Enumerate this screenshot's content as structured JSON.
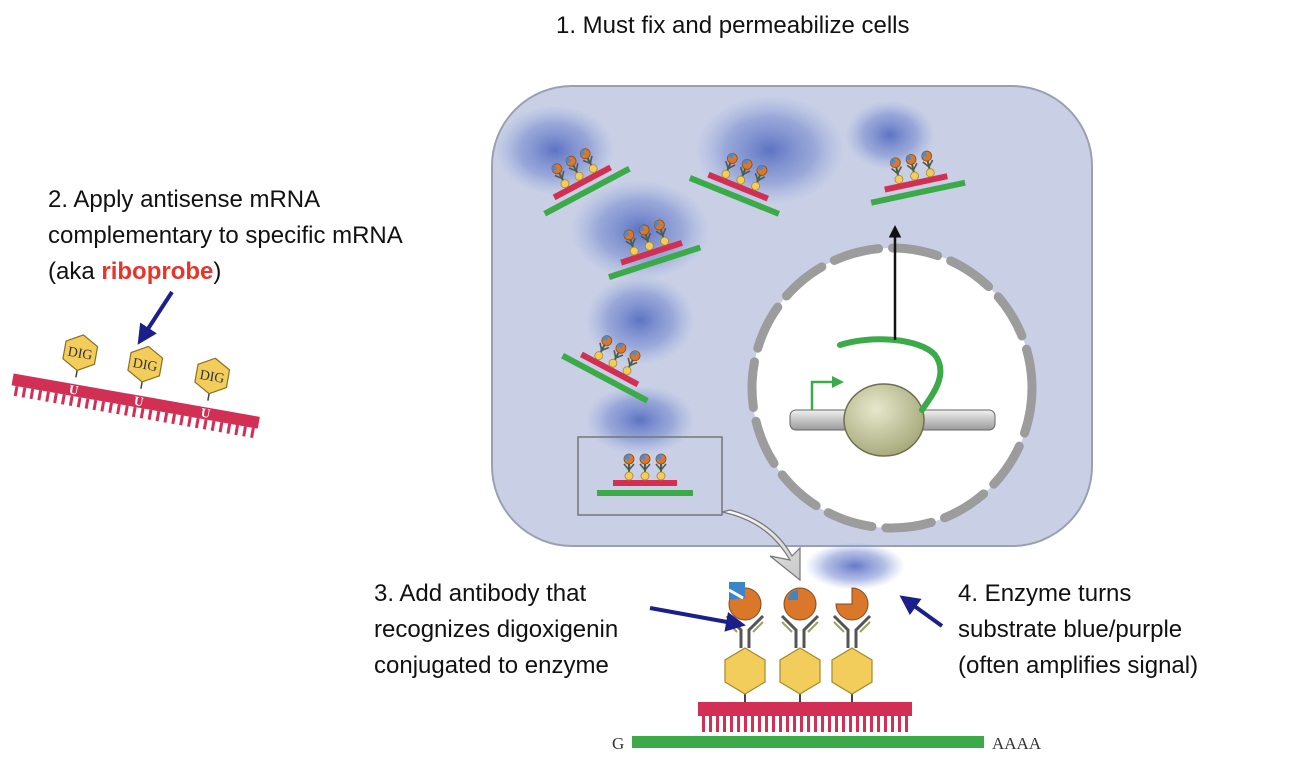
{
  "step1": {
    "text": "1. Must fix and permeabilize cells"
  },
  "step2": {
    "line1": "2. Apply antisense mRNA",
    "line2": "complementary to specific mRNA",
    "line3_prefix": "(aka ",
    "line3_highlight": "riboprobe",
    "line3_suffix": ")"
  },
  "step3": {
    "line1": "3. Add antibody that",
    "line2": "recognizes digoxigenin",
    "line3": "conjugated to enzyme"
  },
  "step4": {
    "line1": "4. Enzyme turns",
    "line2": "substrate blue/purple",
    "line3": "(often amplifies signal)"
  },
  "probe_labels": {
    "dig": "DIG",
    "u": "U"
  },
  "strand_labels": {
    "left": "G",
    "right": "AAAA"
  },
  "colors": {
    "cell_fill": "#c9d0e6",
    "probe_red": "#d22f55",
    "mrna_green": "#3daa4a",
    "arrow_navy": "#1b1f8a",
    "dig_gold": "#f3cd5c",
    "enzyme_orange": "#d9772b",
    "signal_blue": "#5a73c4"
  }
}
